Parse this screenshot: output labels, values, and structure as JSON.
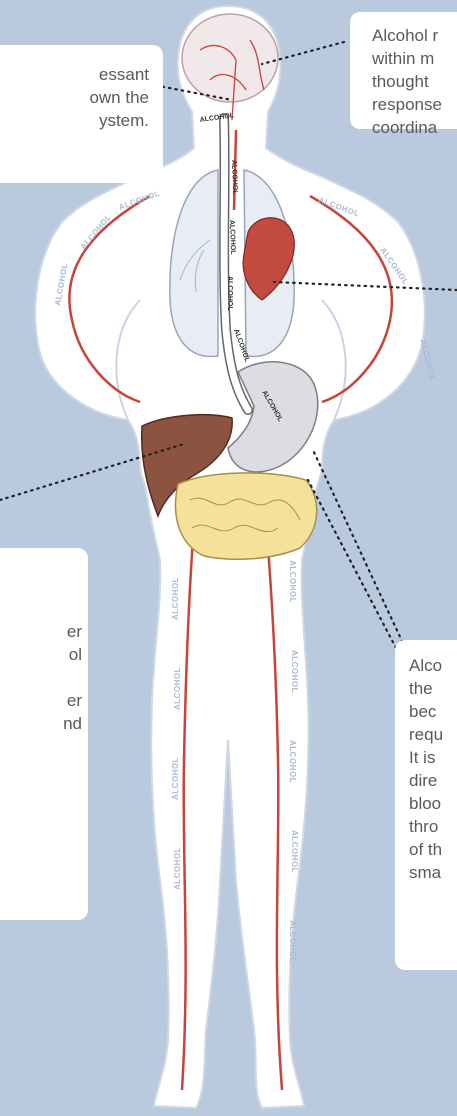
{
  "callouts": {
    "depressant": {
      "lines": [
        "essant",
        "own the",
        "ystem."
      ]
    },
    "brain": {
      "lines": [
        "Alcohol r",
        "within m",
        "thought",
        "response",
        "coordina"
      ]
    },
    "liver": {
      "lines": [
        "er",
        "ol",
        "",
        "er",
        "nd"
      ]
    },
    "stomach": {
      "lines": [
        "Alco",
        "the",
        "bec",
        "requ",
        "It is",
        "dire",
        "bloo",
        "thro",
        "of th",
        "sma"
      ]
    }
  },
  "body_labels": {
    "word": "ALCOHOL"
  },
  "colors": {
    "background": "#b9c9de",
    "vessel": "#c8443a",
    "heart": "#c24a3f",
    "liver": "#8c5340",
    "intestine": "#f4e29a",
    "lung": "#e8edf5",
    "stomach": "#dcdde3"
  }
}
